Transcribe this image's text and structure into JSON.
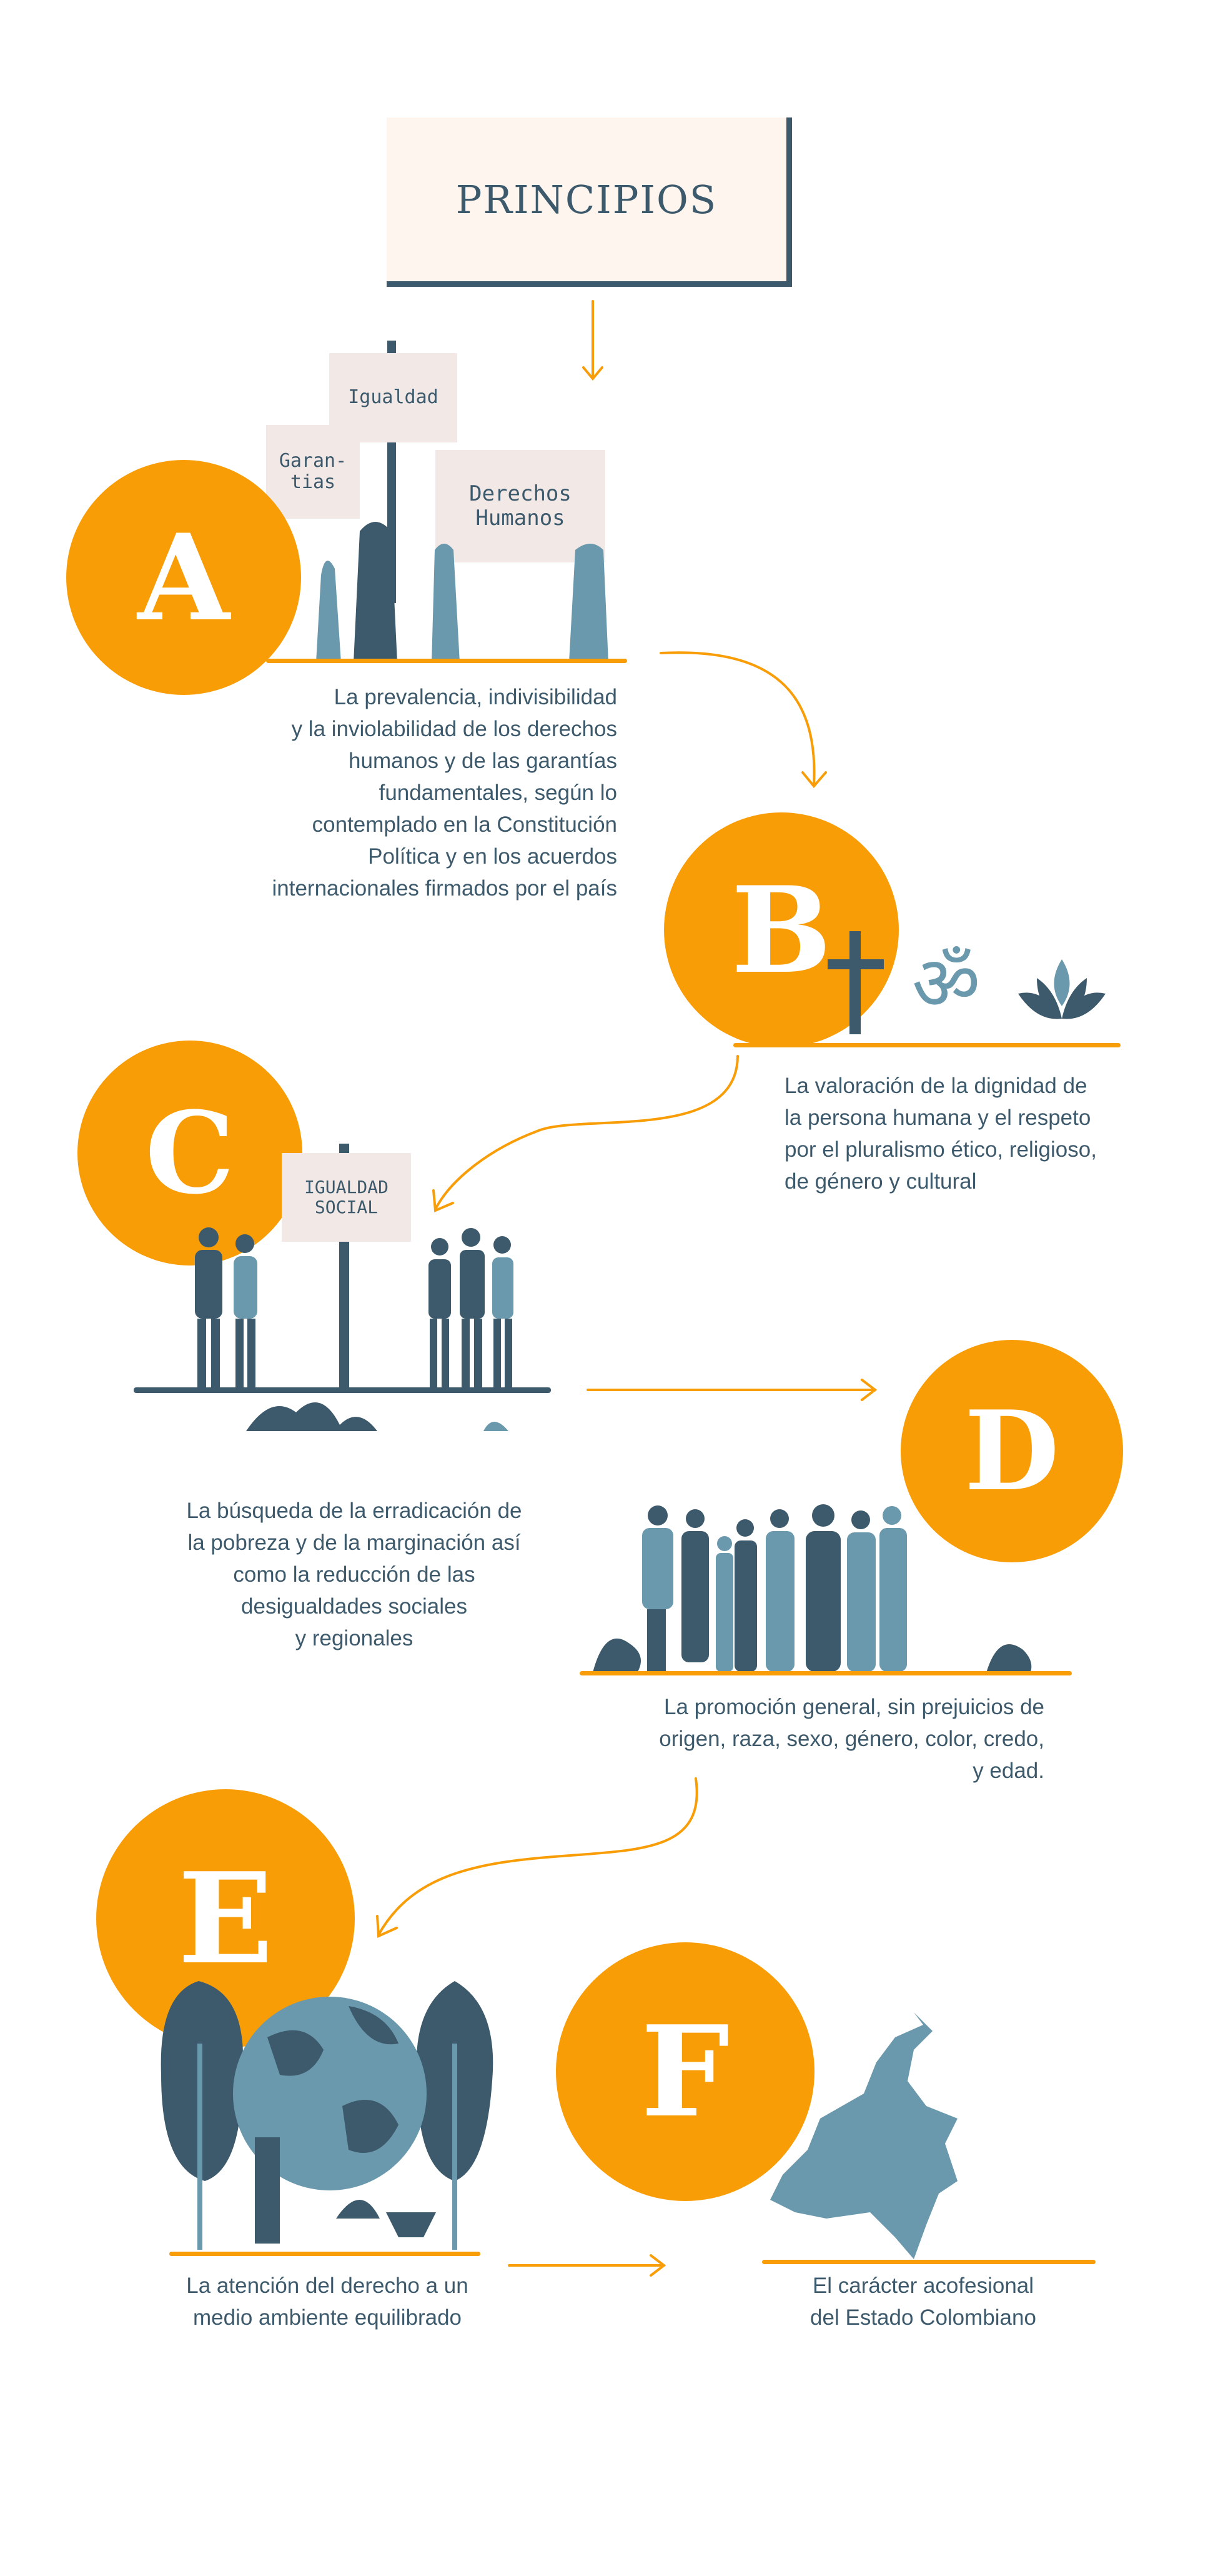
{
  "title": "PRINCIPIOS",
  "colors": {
    "accent": "#F99D07",
    "dark": "#3D5A6C",
    "light": "#6A98AC",
    "sign": "#F2E9E6",
    "title_bg": "#FDF5EE"
  },
  "signs": {
    "igualdad": "Igualdad",
    "garantias": "Garan-\ntias",
    "derechos": "Derechos\nHumanos",
    "igualdad_social": "IGUALDAD\nSOCIAL"
  },
  "items": [
    {
      "letter": "A",
      "lines": [
        "La prevalencia, indivisibilidad",
        "y la inviolabilidad de los derechos",
        "humanos y de las garantías",
        "fundamentales, según lo",
        "contemplado en la Constitución",
        "Política y en los acuerdos",
        "internacionales firmados por el país"
      ]
    },
    {
      "letter": "B",
      "lines": [
        "La valoración de la dignidad de",
        "la persona humana y el respeto",
        "por el pluralismo ético, religioso,",
        "de género y cultural"
      ]
    },
    {
      "letter": "C",
      "lines": [
        "La búsqueda de la erradicación de",
        "la pobreza y de la marginación así",
        "como la reducción de las",
        "desigualdades sociales",
        "y regionales"
      ]
    },
    {
      "letter": "D",
      "lines": [
        "La promoción general, sin prejuicios de",
        "origen, raza, sexo, género, color, credo,",
        "y edad."
      ]
    },
    {
      "letter": "E",
      "lines": [
        "La atención del derecho a un",
        "medio ambiente equilibrado"
      ]
    },
    {
      "letter": "F",
      "lines": [
        "El carácter acofesional",
        "del Estado Colombiano"
      ]
    }
  ]
}
